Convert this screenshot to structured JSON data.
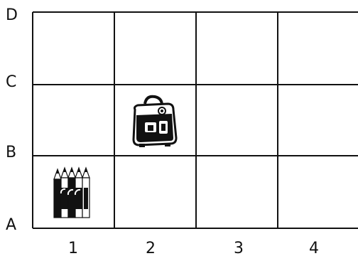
{
  "row_labels": [
    "A",
    "B",
    "C",
    "D"
  ],
  "column_labels": [
    "1",
    "2",
    "3",
    "4"
  ],
  "grid": {
    "columns": 4,
    "rows": 3
  },
  "objects": [
    {
      "name": "crayons",
      "column": "1",
      "row_between": [
        "A",
        "B"
      ]
    },
    {
      "name": "school bag",
      "column": "2",
      "row_between": [
        "B",
        "C"
      ]
    }
  ],
  "colors": {
    "line": "#111111",
    "background": "#ffffff"
  }
}
